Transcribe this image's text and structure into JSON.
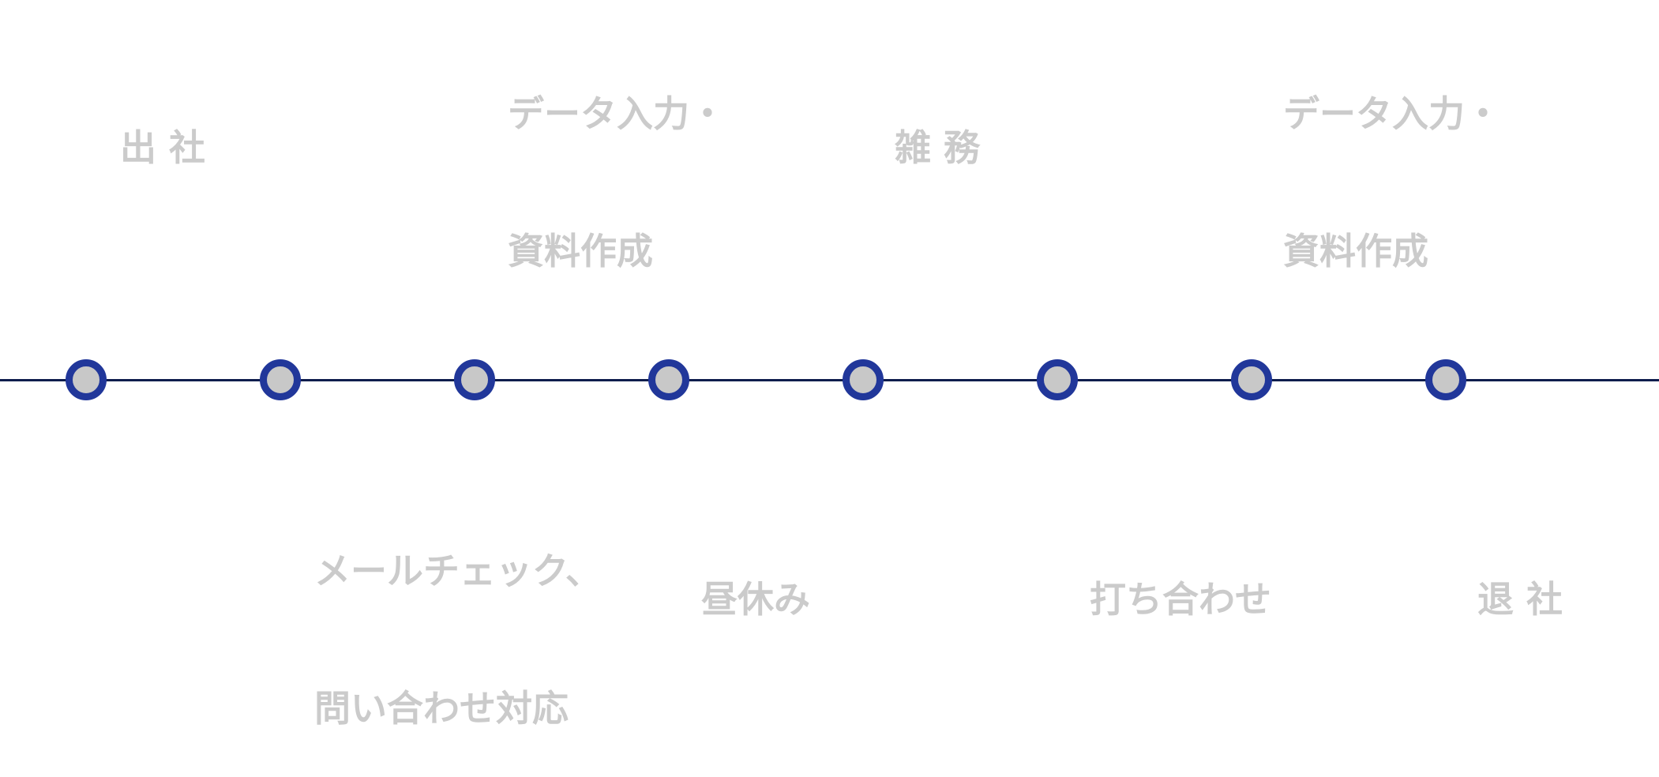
{
  "colors": {
    "line": "#0f1d4d",
    "node_ring": "#21379a",
    "node_fill": "#c8c8c8",
    "label_text": "#cbcbcb"
  },
  "timeline": {
    "events": [
      {
        "lines": [
          "出 社"
        ],
        "position": "above"
      },
      {
        "lines": [
          "メールチェック、",
          "問い合わせ対応"
        ],
        "position": "below"
      },
      {
        "lines": [
          "データ入力・",
          "資料作成"
        ],
        "position": "above"
      },
      {
        "lines": [
          "昼休み"
        ],
        "position": "below"
      },
      {
        "lines": [
          "雑 務"
        ],
        "position": "above"
      },
      {
        "lines": [
          "打ち合わせ"
        ],
        "position": "below"
      },
      {
        "lines": [
          "データ入力・",
          "資料作成"
        ],
        "position": "above"
      },
      {
        "lines": [
          "退 社"
        ],
        "position": "below"
      }
    ]
  }
}
